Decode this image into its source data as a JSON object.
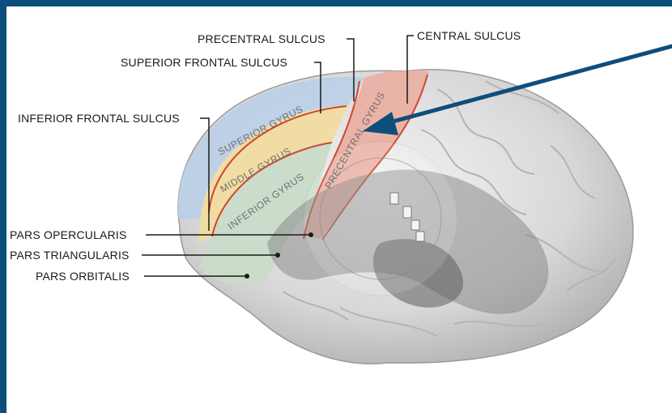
{
  "labels": {
    "precentral_sulcus": "PRECENTRAL SULCUS",
    "central_sulcus": "CENTRAL SULCUS",
    "superior_frontal_sulcus": "SUPERIOR FRONTAL SULCUS",
    "inferior_frontal_sulcus": "INFERIOR FRONTAL SULCUS",
    "pars_opercularis": "PARS OPERCULARIS",
    "pars_triangularis": "PARS TRIANGULARIS",
    "pars_orbitalis": "PARS ORBITALIS"
  },
  "regions": {
    "superior_gyrus": "SUPERIOR GYRUS",
    "middle_gyrus": "MIDDLE GYRUS",
    "inferior_gyrus": "INFERIOR GYRUS",
    "precentral_gyrus": "PRECENTRAL GYRUS"
  },
  "colors": {
    "frame": "#0d4e7a",
    "arrow": "#0d4e7a",
    "superior_gyrus": "#bcd0e6",
    "middle_gyrus": "#f1dca0",
    "inferior_gyrus": "#c9dcc8",
    "precentral_gyrus": "#eab0a4",
    "sulcus": "#d0462e",
    "brain": "#d9d9d9"
  }
}
